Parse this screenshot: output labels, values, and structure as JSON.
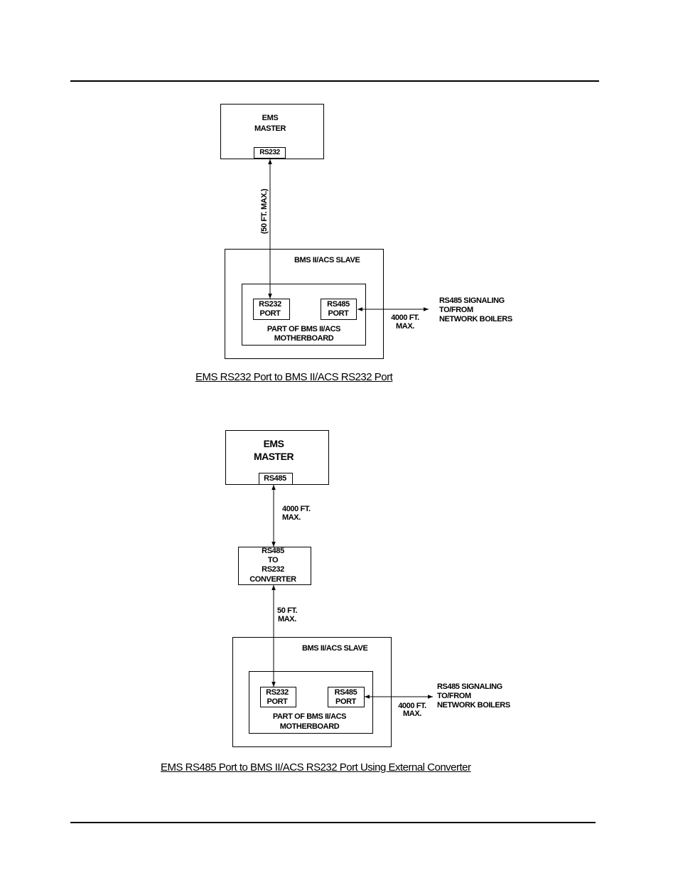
{
  "diagram1": {
    "master": {
      "title_line1": "EMS",
      "title_line2": "MASTER",
      "port": "RS232"
    },
    "link_label": "(50 FT. MAX.)",
    "slave": {
      "title": "BMS II/ACS SLAVE",
      "port_left_line1": "RS232",
      "port_left_line2": "PORT",
      "port_right_line1": "RS485",
      "port_right_line2": "PORT",
      "board_line1": "PART OF BMS II/ACS",
      "board_line2": "MOTHERBOARD"
    },
    "network_distance_line1": "4000 FT.",
    "network_distance_line2": "MAX.",
    "network_line1": "RS485 SIGNALING",
    "network_line2": "TO/FROM",
    "network_line3": "NETWORK BOILERS",
    "caption": "EMS RS232 Port to BMS II/ACS RS232 Port"
  },
  "diagram2": {
    "master": {
      "title_line1": "EMS",
      "title_line2": "MASTER",
      "port": "RS485"
    },
    "link1_line1": "4000 FT.",
    "link1_line2": "MAX.",
    "converter": {
      "line1": "RS485",
      "line2": "TO",
      "line3": "RS232",
      "line4": "CONVERTER"
    },
    "link2_line1": "50 FT.",
    "link2_line2": "MAX.",
    "slave": {
      "title": "BMS II/ACS SLAVE",
      "port_left_line1": "RS232",
      "port_left_line2": "PORT",
      "port_right_line1": "RS485",
      "port_right_line2": "PORT",
      "board_line1": "PART OF BMS II/ACS",
      "board_line2": "MOTHERBOARD"
    },
    "network_distance_line1": "4000 FT.",
    "network_distance_line2": "MAX.",
    "network_line1": "RS485 SIGNALING",
    "network_line2": "TO/FROM",
    "network_line3": "NETWORK BOILERS",
    "caption": "EMS RS485 Port to BMS II/ACS RS232 Port Using External Converter"
  }
}
